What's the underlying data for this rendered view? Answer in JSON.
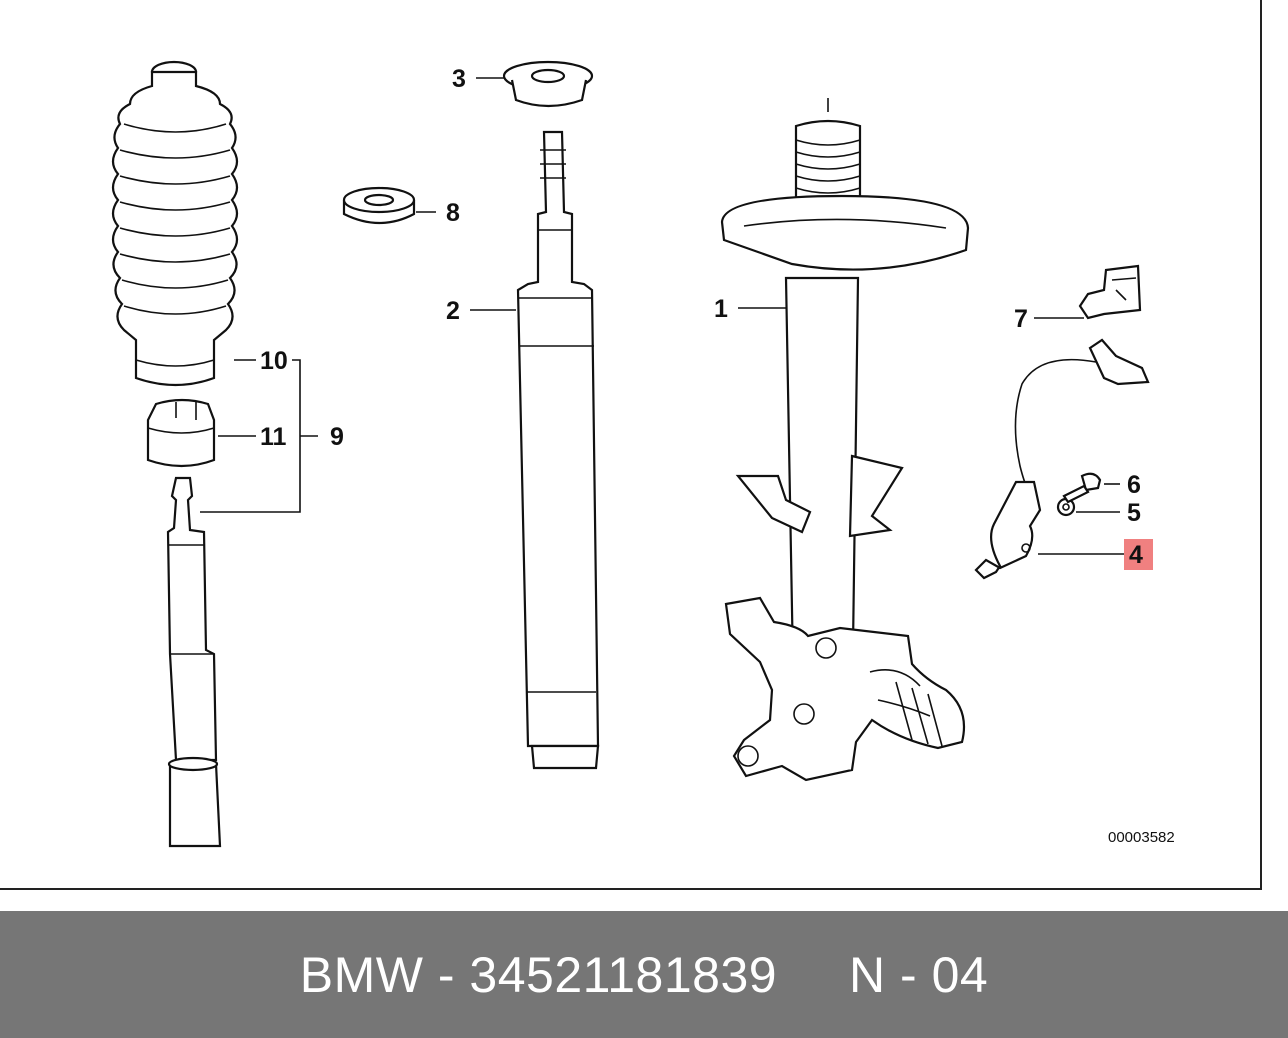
{
  "diagram": {
    "reference_number": "00003582",
    "highlight_color": "#f08080",
    "callouts": {
      "c1": "1",
      "c2": "2",
      "c3": "3",
      "c4": "4",
      "c5": "5",
      "c6": "6",
      "c7": "7",
      "c8": "8",
      "c9": "9",
      "c10": "10",
      "c11": "11"
    },
    "highlighted_callout": "4"
  },
  "footer": {
    "background_color": "#767676",
    "text": "BMW - 34521181839     N - 04"
  }
}
